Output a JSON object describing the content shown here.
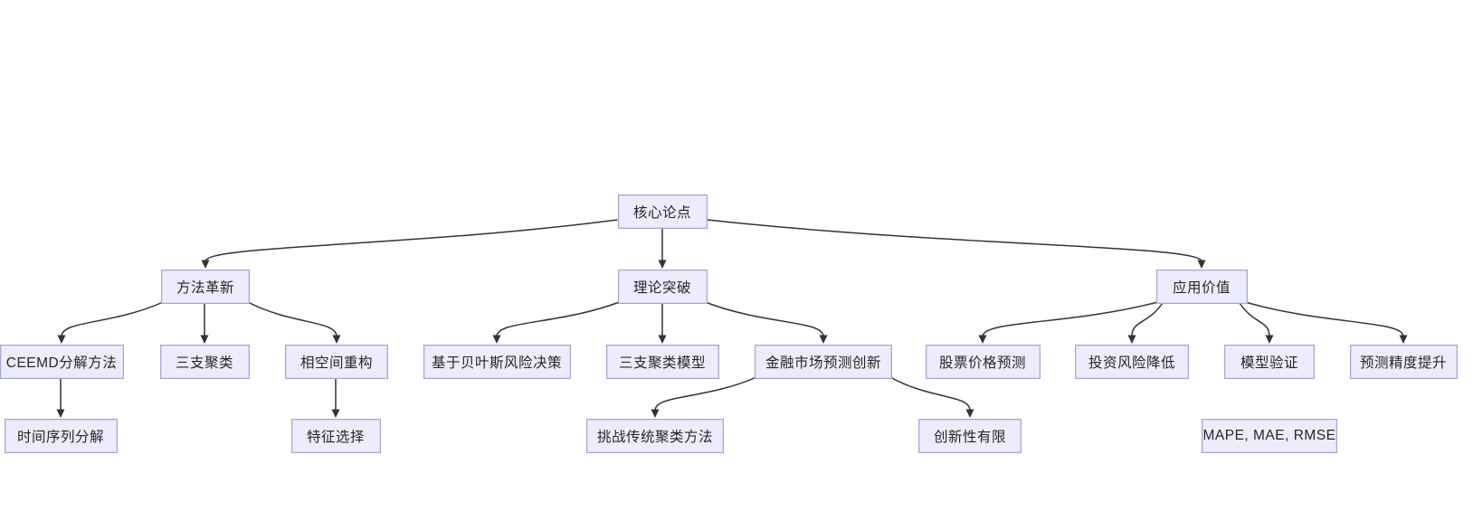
{
  "diagram": {
    "type": "flowchart-top-down",
    "colors": {
      "node_fill": "#ececfc",
      "node_border": "#a6a6d6",
      "edge": "#333333",
      "text": "#262626",
      "background": "#ffffff"
    },
    "nodes": [
      {
        "id": "root",
        "label": "核心论点"
      },
      {
        "id": "method",
        "label": "方法革新"
      },
      {
        "id": "theory",
        "label": "理论突破"
      },
      {
        "id": "application",
        "label": "应用价值"
      },
      {
        "id": "ceemd",
        "label": "CEEMD分解方法"
      },
      {
        "id": "three_way",
        "label": "三支聚类"
      },
      {
        "id": "phase_space",
        "label": "相空间重构"
      },
      {
        "id": "bayes",
        "label": "基于贝叶斯风险决策"
      },
      {
        "id": "three_way_model",
        "label": "三支聚类模型"
      },
      {
        "id": "fin_innovation",
        "label": "金融市场预测创新"
      },
      {
        "id": "stock_pred",
        "label": "股票价格预测"
      },
      {
        "id": "risk_reduce",
        "label": "投资风险降低"
      },
      {
        "id": "model_valid",
        "label": "模型验证"
      },
      {
        "id": "accuracy",
        "label": "预测精度提升"
      },
      {
        "id": "ts_decomp",
        "label": "时间序列分解"
      },
      {
        "id": "feature_sel",
        "label": "特征选择"
      },
      {
        "id": "challenge",
        "label": "挑战传统聚类方法"
      },
      {
        "id": "limited_innov",
        "label": "创新性有限"
      },
      {
        "id": "metrics",
        "label": "MAPE, MAE, RMSE"
      }
    ],
    "edges": [
      {
        "from": "root",
        "to": "method"
      },
      {
        "from": "root",
        "to": "theory"
      },
      {
        "from": "root",
        "to": "application"
      },
      {
        "from": "method",
        "to": "ceemd"
      },
      {
        "from": "method",
        "to": "three_way"
      },
      {
        "from": "method",
        "to": "phase_space"
      },
      {
        "from": "ceemd",
        "to": "ts_decomp"
      },
      {
        "from": "phase_space",
        "to": "feature_sel"
      },
      {
        "from": "theory",
        "to": "bayes"
      },
      {
        "from": "theory",
        "to": "three_way_model"
      },
      {
        "from": "theory",
        "to": "fin_innovation"
      },
      {
        "from": "fin_innovation",
        "to": "challenge"
      },
      {
        "from": "fin_innovation",
        "to": "limited_innov"
      },
      {
        "from": "application",
        "to": "stock_pred"
      },
      {
        "from": "application",
        "to": "risk_reduce"
      },
      {
        "from": "application",
        "to": "model_valid"
      },
      {
        "from": "application",
        "to": "accuracy"
      }
    ]
  }
}
